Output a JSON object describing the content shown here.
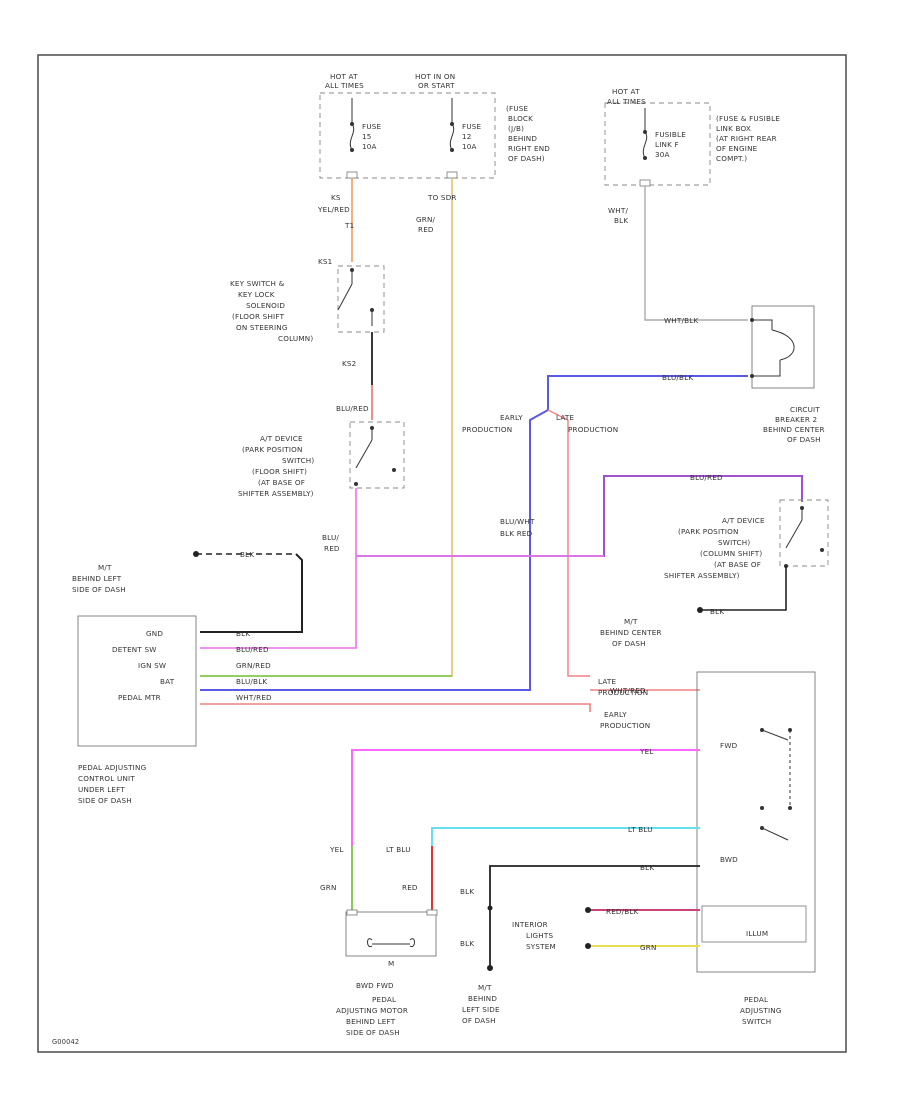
{
  "wire_colors": {
    "orange": "#f5a86a",
    "tan": "#e8c87a",
    "pink": "#ee82ee",
    "magenta": "#ff66ff",
    "purple": "#a050d0",
    "blue": "#5a5ae6",
    "green": "#88cc55",
    "lightred": "#f08080",
    "cyan": "#66e0ee",
    "red": "#e33333",
    "yellow": "#e8dd55",
    "black": "#222222",
    "gray": "#aaaaaa"
  },
  "labels": {
    "hot_at_all_1": "HOT AT",
    "hot_at_all_2": "ALL TIMES",
    "hot_on_1": "HOT IN ON",
    "hot_on_2": "OR START",
    "fuse15_1": "FUSE",
    "fuse15_2": "15",
    "fuse15_3": "10A",
    "fuse12_1": "FUSE",
    "fuse12_2": "12",
    "fuse12_3": "10A",
    "fuse_block_1": "(FUSE",
    "fuse_block_2": "BLOCK",
    "fuse_block_3": "(J/B)",
    "fuse_block_4": "BEHIND",
    "fuse_block_5": "RIGHT END",
    "fuse_block_6": "OF DASH)",
    "hot_at_all_r1": "HOT AT",
    "hot_at_all_r2": "ALL TIMES",
    "fusible_1": "FUSIBLE",
    "fusible_2": "LINK F",
    "fusible_3": "30A",
    "fusible_box_1": "(FUSE & FUSIBLE",
    "fusible_box_2": "LINK BOX",
    "fusible_box_3": "(AT RIGHT REAR",
    "fusible_box_4": "OF ENGINE",
    "fusible_box_5": "COMPT.)",
    "wht_blk_top": "WHT/",
    "wht_blk_top2": "BLK",
    "to_ks": "KS",
    "yel_red": "YEL/RED",
    "t1": "T1",
    "to_sdr": "TO SDR",
    "grn_red_1": "GRN/",
    "grn_red_2": "RED",
    "ks1": "KS1",
    "ks2": "KS2",
    "key_switch_1": "KEY SWITCH &",
    "key_switch_2": "KEY LOCK",
    "key_switch_3": "SOLENOID",
    "key_switch_4": "(FLOOR SHIFT",
    "key_switch_5": "ON STEERING",
    "key_switch_6": "COLUMN)",
    "blu_red_1": "BLU/RED",
    "at_device_1": "A/T DEVICE",
    "at_device_2": "(PARK POSITION",
    "at_device_3": "SWITCH)",
    "at_device_4": "(FLOOR SHIFT)",
    "at_device_5": "(AT BASE OF",
    "at_device_6": "SHIFTER ASSEMBLY)",
    "wht_blk_cb": "WHT/BLK",
    "blu_blk_cb": "BLU/BLK",
    "circuit_breaker_1": "CIRCUIT",
    "circuit_breaker_2": "BREAKER 2",
    "circuit_breaker_3": "BEHIND CENTER",
    "circuit_breaker_4": "OF DASH",
    "early_prod_1": "EARLY",
    "early_prod_2": "PRODUCTION",
    "late_prod_1": "LATE",
    "late_prod_2": "PRODUCTION",
    "blu_red_r": "BLU/RED",
    "blu_wht": "BLU/WHT",
    "blk_red": "BLK  RED",
    "blu_red_mid_1": "BLU/",
    "blu_red_mid_2": "RED",
    "at_device_r1": "A/T DEVICE",
    "at_device_r2": "(PARK POSITION",
    "at_device_r3": "SWITCH)",
    "at_device_r4": "(COLUMN SHIFT)",
    "at_device_r5": "(AT BASE OF",
    "at_device_r6": "SHIFTER ASSEMBLY)",
    "blk_gnd_r": "BLK",
    "ground_left_1": "M/T",
    "ground_left_2": "BEHIND LEFT",
    "ground_left_3": "SIDE OF DASH",
    "blk_top": "BLK",
    "ground_center_1": "M/T",
    "ground_center_2": "BEHIND CENTER",
    "ground_center_3": "OF DASH",
    "ecu_gnd": "GND",
    "ecu_detent": "DETENT SW",
    "ecu_ign": "IGN SW",
    "ecu_bat": "BAT",
    "ecu_pedal": "PEDAL MTR",
    "w_blk": "BLK",
    "w_blured": "BLU/RED",
    "w_grnred": "GRN/RED",
    "w_blublk": "BLU/BLK",
    "w_whtred": "WHT/RED",
    "late_r1": "LATE",
    "late_r2": "PRODUCTION",
    "wht_red_r": "WHT/RED",
    "early_r1": "EARLY",
    "early_r2": "PRODUCTION",
    "ecu_name_1": "PEDAL ADJUSTING",
    "ecu_name_2": "CONTROL UNIT",
    "ecu_name_3": "UNDER LEFT",
    "ecu_name_4": "SIDE OF DASH",
    "yel_r": "YEL",
    "lt_blu_r": "LT BLU",
    "blk_r": "BLK",
    "red_blk": "RED/BLK",
    "grn_yel": "GRN",
    "sw_fwd": "FWD",
    "sw_bwd": "BWD",
    "sw_illum": "ILLUM",
    "yel_motor": "YEL",
    "ltblu_motor": "LT BLU",
    "grn_motor": "GRN",
    "red_motor": "RED",
    "motor_m": "M",
    "bwd_fwd": "BWD   FWD",
    "motor_name_1": "PEDAL",
    "motor_name_2": "ADJUSTING MOTOR",
    "motor_name_3": "BEHIND LEFT",
    "motor_name_4": "SIDE OF DASH",
    "blk_g1": "BLK",
    "blk_g2": "BLK",
    "interior_1": "INTERIOR",
    "interior_2": "LIGHTS",
    "interior_3": "SYSTEM",
    "ground_bot_1": "M/T",
    "ground_bot_2": "BEHIND",
    "ground_bot_3": "LEFT SIDE",
    "ground_bot_4": "OF DASH",
    "switch_name_1": "PEDAL",
    "switch_name_2": "ADJUSTING",
    "switch_name_3": "SWITCH",
    "footer_code": "G00042"
  }
}
